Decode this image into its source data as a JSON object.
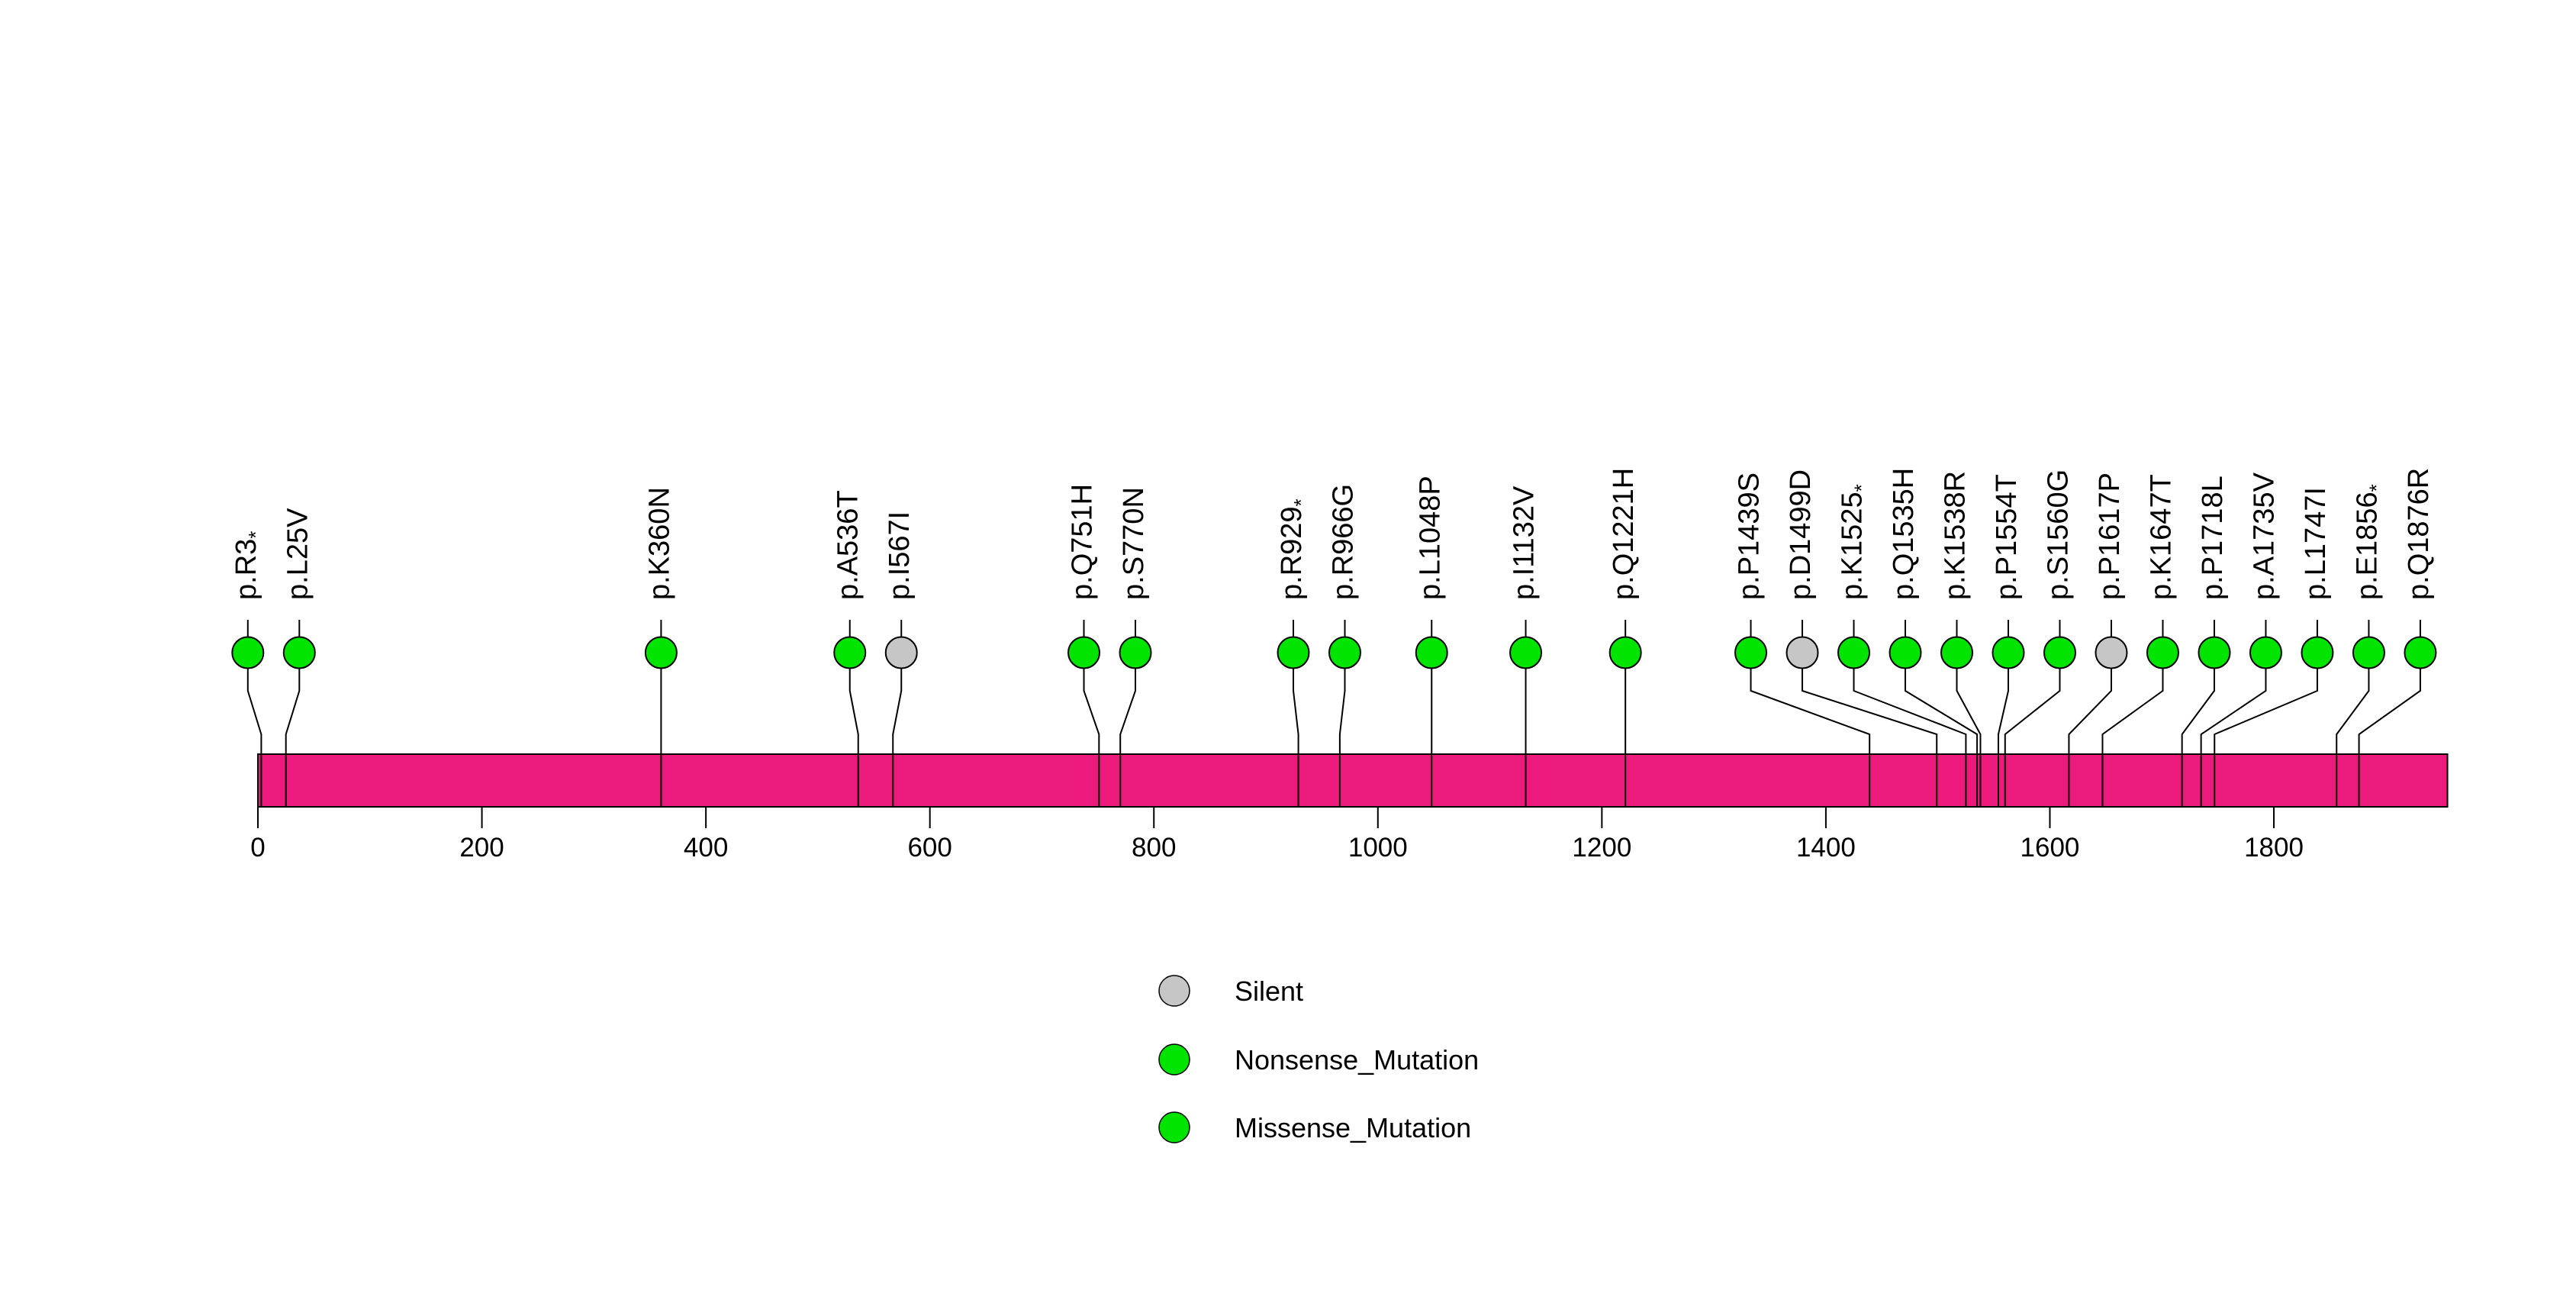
{
  "chart_data": {
    "type": "lollipop",
    "description": "Protein mutation lollipop plot",
    "xlim": [
      0,
      1955
    ],
    "x_ticks": [
      0,
      200,
      400,
      600,
      800,
      1000,
      1200,
      1400,
      1600,
      1800
    ],
    "grid": false,
    "legend_position": "bottom-center",
    "mutations": [
      {
        "label": "p.R3*",
        "position": 3,
        "class": "Nonsense_Mutation"
      },
      {
        "label": "p.L25V",
        "position": 25,
        "class": "Missense_Mutation"
      },
      {
        "label": "p.K360N",
        "position": 360,
        "class": "Missense_Mutation"
      },
      {
        "label": "p.A536T",
        "position": 536,
        "class": "Missense_Mutation"
      },
      {
        "label": "p.I567I",
        "position": 567,
        "class": "Silent"
      },
      {
        "label": "p.Q751H",
        "position": 751,
        "class": "Missense_Mutation"
      },
      {
        "label": "p.S770N",
        "position": 770,
        "class": "Missense_Mutation"
      },
      {
        "label": "p.R929*",
        "position": 929,
        "class": "Nonsense_Mutation"
      },
      {
        "label": "p.R966G",
        "position": 966,
        "class": "Missense_Mutation"
      },
      {
        "label": "p.L1048P",
        "position": 1048,
        "class": "Missense_Mutation"
      },
      {
        "label": "p.I1132V",
        "position": 1132,
        "class": "Missense_Mutation"
      },
      {
        "label": "p.Q1221H",
        "position": 1221,
        "class": "Missense_Mutation"
      },
      {
        "label": "p.P1439S",
        "position": 1439,
        "class": "Missense_Mutation"
      },
      {
        "label": "p.D1499D",
        "position": 1499,
        "class": "Silent"
      },
      {
        "label": "p.K1525*",
        "position": 1525,
        "class": "Nonsense_Mutation"
      },
      {
        "label": "p.Q1535H",
        "position": 1535,
        "class": "Missense_Mutation"
      },
      {
        "label": "p.K1538R",
        "position": 1538,
        "class": "Missense_Mutation"
      },
      {
        "label": "p.P1554T",
        "position": 1554,
        "class": "Missense_Mutation"
      },
      {
        "label": "p.S1560G",
        "position": 1560,
        "class": "Missense_Mutation"
      },
      {
        "label": "p.P1617P",
        "position": 1617,
        "class": "Silent"
      },
      {
        "label": "p.K1647T",
        "position": 1647,
        "class": "Missense_Mutation"
      },
      {
        "label": "p.P1718L",
        "position": 1718,
        "class": "Missense_Mutation"
      },
      {
        "label": "p.A1735V",
        "position": 1735,
        "class": "Missense_Mutation"
      },
      {
        "label": "p.L1747I",
        "position": 1747,
        "class": "Missense_Mutation"
      },
      {
        "label": "p.E1856*",
        "position": 1856,
        "class": "Nonsense_Mutation"
      },
      {
        "label": "p.Q1876R",
        "position": 1876,
        "class": "Missense_Mutation"
      }
    ],
    "legend": [
      {
        "label": "Silent",
        "class": "Silent"
      },
      {
        "label": "Nonsense_Mutation",
        "class": "Nonsense_Mutation"
      },
      {
        "label": "Missense_Mutation",
        "class": "Missense_Mutation"
      }
    ],
    "colors": {
      "Silent": "#C6C6C6",
      "Nonsense_Mutation": "#00E400",
      "Missense_Mutation": "#00E400",
      "backbone": "#ED1A7D",
      "stroke": "#000000",
      "background": "#FFFFFF"
    }
  }
}
